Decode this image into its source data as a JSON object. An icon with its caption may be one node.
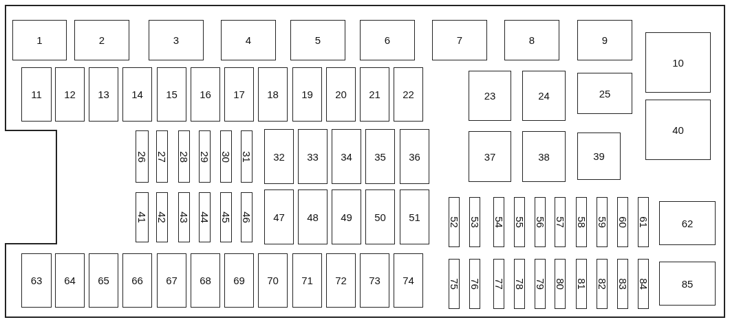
{
  "diagram": {
    "nodes": [
      {
        "text": [
          "1"
        ]
      },
      {
        "text": [
          "2"
        ]
      },
      {
        "text": [
          "3"
        ]
      },
      {
        "text": [
          "4"
        ]
      },
      {
        "text": [
          "5"
        ]
      },
      {
        "text": [
          "6"
        ]
      },
      {
        "text": [
          "7"
        ]
      },
      {
        "text": [
          "8"
        ]
      },
      {
        "text": [
          "9"
        ]
      },
      {
        "text": [
          "10"
        ]
      },
      {
        "text": [
          "11"
        ]
      },
      {
        "text": [
          "12"
        ]
      },
      {
        "text": [
          "13"
        ]
      },
      {
        "text": [
          "14"
        ]
      },
      {
        "text": [
          "15"
        ]
      },
      {
        "text": [
          "16"
        ]
      },
      {
        "text": [
          "17"
        ]
      },
      {
        "text": [
          "18"
        ]
      },
      {
        "text": [
          "19"
        ]
      },
      {
        "text": [
          "20"
        ]
      },
      {
        "text": [
          "21"
        ]
      },
      {
        "text": [
          "22"
        ]
      },
      {
        "text": [
          "23"
        ]
      },
      {
        "text": [
          "24"
        ]
      },
      {
        "text": [
          "25"
        ]
      },
      {
        "text": [
          "26"
        ]
      },
      {
        "text": [
          "27"
        ]
      },
      {
        "text": [
          "28"
        ]
      },
      {
        "text": [
          "29"
        ]
      },
      {
        "text": [
          "30"
        ]
      },
      {
        "text": [
          "31"
        ]
      },
      {
        "text": [
          "32"
        ]
      },
      {
        "text": [
          "33"
        ]
      },
      {
        "text": [
          "34"
        ]
      },
      {
        "text": [
          "35"
        ]
      },
      {
        "text": [
          "36"
        ]
      },
      {
        "text": [
          "37"
        ]
      },
      {
        "text": [
          "38"
        ]
      },
      {
        "text": [
          "39"
        ]
      },
      {
        "text": [
          "40"
        ]
      },
      {
        "text": [
          "41"
        ]
      },
      {
        "text": [
          "42"
        ]
      },
      {
        "text": [
          "43"
        ]
      },
      {
        "text": [
          "44"
        ]
      },
      {
        "text": [
          "45"
        ]
      },
      {
        "text": [
          "46"
        ]
      },
      {
        "text": [
          "47"
        ]
      },
      {
        "text": [
          "48"
        ]
      },
      {
        "text": [
          "49"
        ]
      },
      {
        "text": [
          "50"
        ]
      },
      {
        "text": [
          "51"
        ]
      },
      {
        "text": [
          "52"
        ]
      },
      {
        "text": [
          "53"
        ]
      },
      {
        "text": [
          "54"
        ]
      },
      {
        "text": [
          "55"
        ]
      },
      {
        "text": [
          "56"
        ]
      },
      {
        "text": [
          "57"
        ]
      },
      {
        "text": [
          "58"
        ]
      },
      {
        "text": [
          "59"
        ]
      },
      {
        "text": [
          "60"
        ]
      },
      {
        "text": [
          "61"
        ]
      },
      {
        "text": [
          "62"
        ]
      },
      {
        "text": [
          "63"
        ]
      },
      {
        "text": [
          "64"
        ]
      },
      {
        "text": [
          "65"
        ]
      },
      {
        "text": [
          "66"
        ]
      },
      {
        "text": [
          "67"
        ]
      },
      {
        "text": [
          "68"
        ]
      },
      {
        "text": [
          "69"
        ]
      },
      {
        "text": [
          "70"
        ]
      },
      {
        "text": [
          "71"
        ]
      },
      {
        "text": [
          "72"
        ]
      },
      {
        "text": [
          "73"
        ]
      },
      {
        "text": [
          "74"
        ]
      },
      {
        "text": [
          "75"
        ]
      },
      {
        "text": [
          "76"
        ]
      },
      {
        "text": [
          "77"
        ]
      },
      {
        "text": [
          "78"
        ]
      },
      {
        "text": [
          "79"
        ]
      },
      {
        "text": [
          "80"
        ]
      },
      {
        "text": [
          "81"
        ]
      },
      {
        "text": [
          "82"
        ]
      },
      {
        "text": [
          "83"
        ]
      },
      {
        "text": [
          "84"
        ]
      },
      {
        "text": [
          "85"
        ]
      }
    ]
  }
}
